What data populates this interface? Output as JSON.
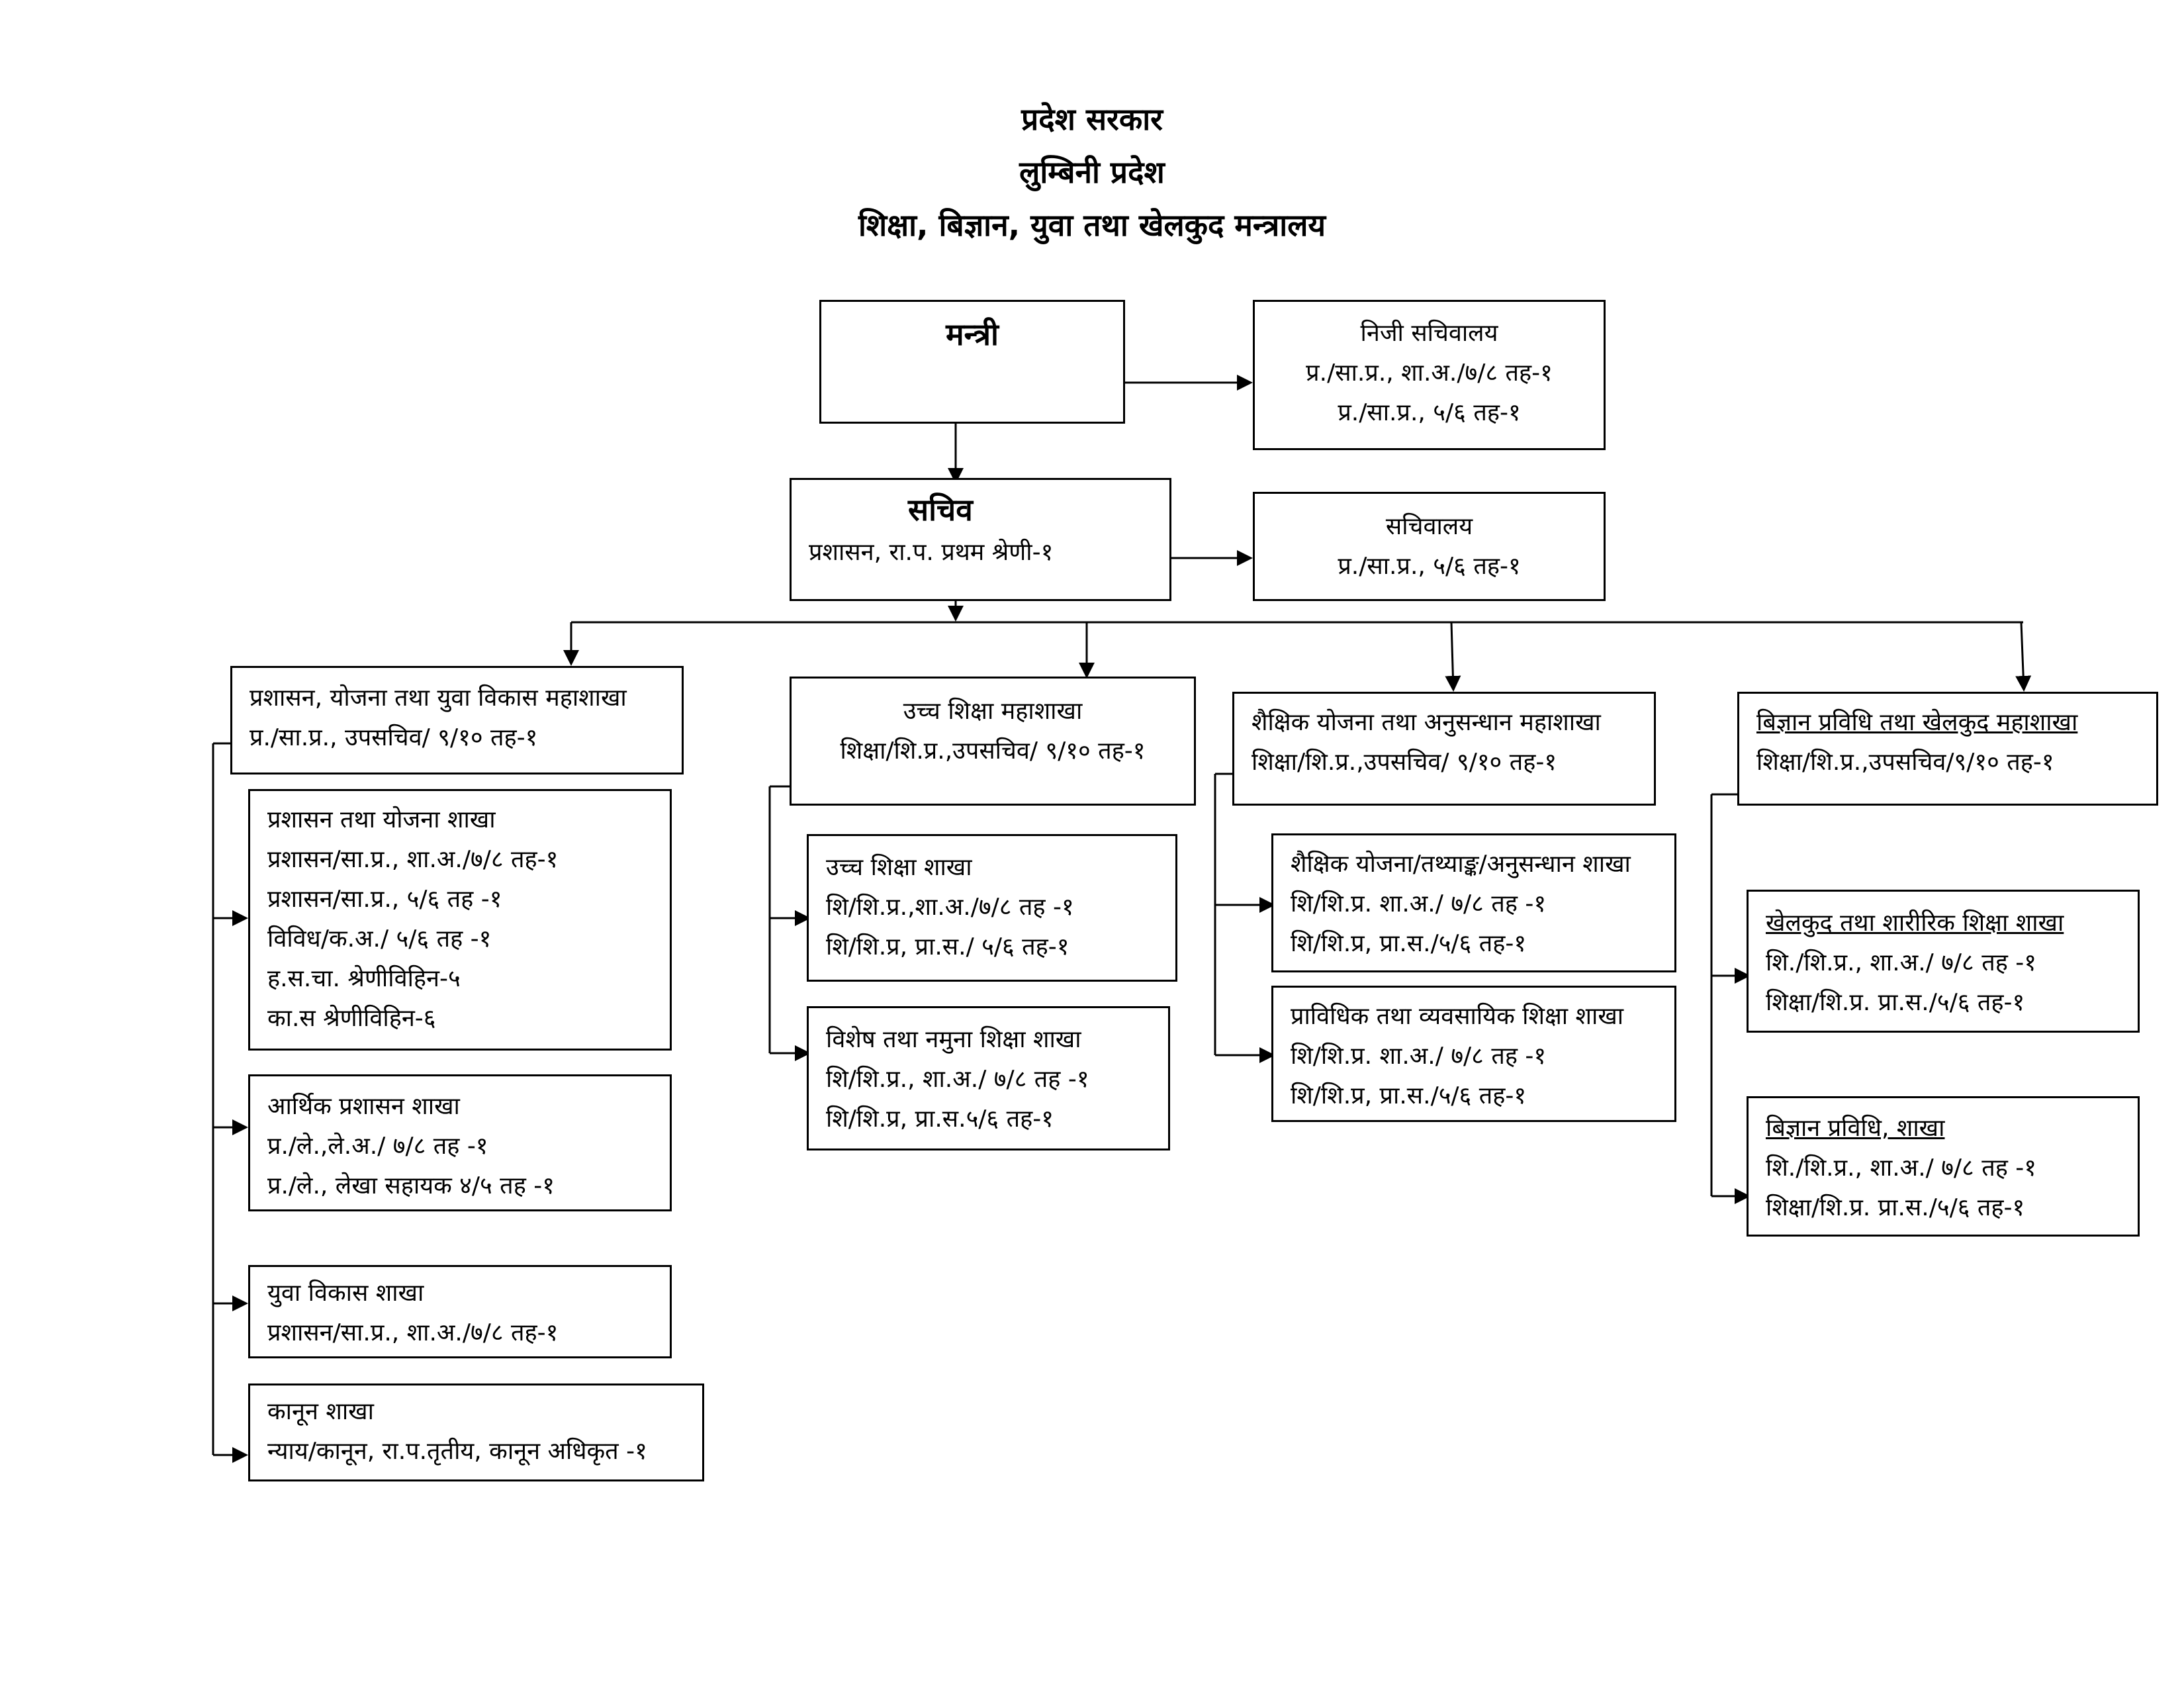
{
  "header": {
    "line1": "प्रदेश सरकार",
    "line2": "लुम्बिनी प्रदेश",
    "line3": "शिक्षा, बिज्ञान, युवा तथा खेलकुद मन्त्रालय"
  },
  "minister": {
    "title": "मन्त्री"
  },
  "private_secretariat": {
    "title": "निजी सचिवालय",
    "lines": [
      "प्र./सा.प्र., शा.अ./७/८ तह-१",
      "प्र./सा.प्र., ५/६ तह-१"
    ]
  },
  "secretary": {
    "title": "सचिव",
    "line": "प्रशासन, रा.प. प्रथम श्रेणी-१"
  },
  "secretariat": {
    "title": "सचिवालय",
    "line": "प्र./सा.प्र., ५/६ तह-१"
  },
  "divisions": [
    {
      "title": "प्रशासन, योजना तथा युवा विकास महाशाखा",
      "line": "प्र./सा.प्र., उपसचिव/ ९/१० तह-१",
      "sections": [
        {
          "title": "प्रशासन तथा योजना शाखा",
          "lines": [
            "प्रशासन/सा.प्र., शा.अ./७/८ तह-१",
            "प्रशासन/सा.प्र., ५/६ तह -१",
            "विविध/क.अ./ ५/६ तह -१",
            "ह.स.चा. श्रेणीविहिन-५",
            "का.स श्रेणीविहिन-६"
          ]
        },
        {
          "title": "आर्थिक प्रशासन शाखा",
          "lines": [
            "प्र./ले.,ले.अ./ ७/८ तह -१",
            "प्र./ले., लेखा सहायक ४/५ तह -१"
          ]
        },
        {
          "title": "युवा विकास शाखा",
          "lines": [
            "प्रशासन/सा.प्र., शा.अ./७/८ तह-१"
          ]
        },
        {
          "title": "कानून शाखा",
          "lines": [
            "न्याय/कानून, रा.प.तृतीय, कानून अधिकृत -१"
          ]
        }
      ]
    },
    {
      "title": "उच्च शिक्षा महाशाखा",
      "line": "शिक्षा/शि.प्र.,उपसचिव/ ९/१० तह-१",
      "sections": [
        {
          "title": "उच्च शिक्षा शाखा",
          "lines": [
            "शि/शि.प्र.,शा.अ./७/८ तह -१",
            "शि/शि.प्र, प्रा.स./ ५/६ तह-१"
          ]
        },
        {
          "title": "विशेष तथा नमुना शिक्षा शाखा",
          "lines": [
            "शि/शि.प्र., शा.अ./ ७/८ तह -१",
            "शि/शि.प्र, प्रा.स.५/६ तह-१"
          ]
        }
      ]
    },
    {
      "title": "शैक्षिक योजना तथा अनुसन्धान महाशाखा",
      "line": "शिक्षा/शि.प्र.,उपसचिव/ ९/१० तह-१",
      "sections": [
        {
          "title": "शैक्षिक योजना/तथ्याङ्क/अनुसन्धान शाखा",
          "lines": [
            "शि/शि.प्र. शा.अ./ ७/८ तह -१",
            "शि/शि.प्र, प्रा.स./५/६ तह-१"
          ]
        },
        {
          "title": "प्राविधिक तथा व्यवसायिक शिक्षा शाखा",
          "lines": [
            "शि/शि.प्र. शा.अ./ ७/८ तह -१",
            "शि/शि.प्र, प्रा.स./५/६ तह-१"
          ]
        }
      ]
    },
    {
      "title": "बिज्ञान प्रविधि तथा खेलकुद महाशाखा",
      "line": "शिक्षा/शि.प्र.,उपसचिव/९/१० तह-१",
      "sections": [
        {
          "title": "खेलकुद तथा शारीरिक शिक्षा शाखा",
          "lines": [
            "शि./शि.प्र., शा.अ./ ७/८ तह -१",
            "शिक्षा/शि.प्र. प्रा.स./५/६ तह-१"
          ]
        },
        {
          "title": "बिज्ञान प्रविधि, शाखा",
          "lines": [
            "शि./शि.प्र., शा.अ./ ७/८ तह -१",
            "शिक्षा/शि.प्र. प्रा.स./५/६ तह-१"
          ]
        }
      ]
    }
  ]
}
